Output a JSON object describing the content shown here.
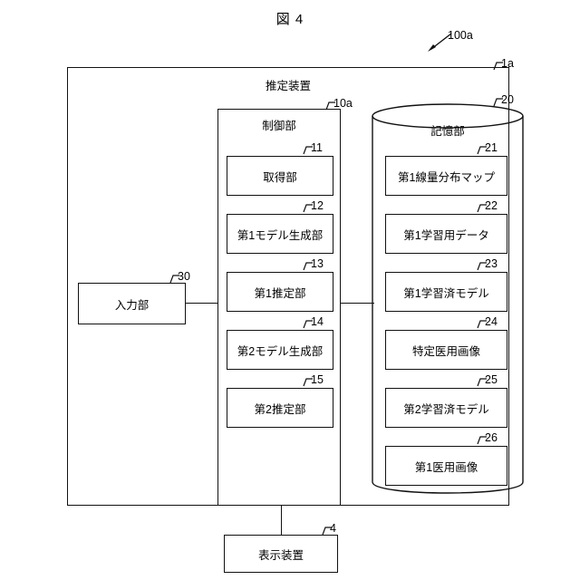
{
  "figure": {
    "title": "図 4",
    "system_ref": "100a",
    "system_ref_icon": "arrow-pointer"
  },
  "outer": {
    "name": "推定装置",
    "ref": "1a"
  },
  "input_unit": {
    "label": "入力部",
    "ref": "30"
  },
  "display_device": {
    "label": "表示装置",
    "ref": "4"
  },
  "control_unit": {
    "label": "制御部",
    "ref": "10a",
    "items": [
      {
        "label": "取得部",
        "ref": "11"
      },
      {
        "label": "第1モデル生成部",
        "ref": "12"
      },
      {
        "label": "第1推定部",
        "ref": "13"
      },
      {
        "label": "第2モデル生成部",
        "ref": "14"
      },
      {
        "label": "第2推定部",
        "ref": "15"
      }
    ]
  },
  "storage_unit": {
    "label": "記憶部",
    "ref": "20",
    "shape": "cylinder",
    "items": [
      {
        "label": "第1線量分布マップ",
        "ref": "21"
      },
      {
        "label": "第1学習用データ",
        "ref": "22"
      },
      {
        "label": "第1学習済モデル",
        "ref": "23"
      },
      {
        "label": "特定医用画像",
        "ref": "24"
      },
      {
        "label": "第2学習済モデル",
        "ref": "25"
      },
      {
        "label": "第1医用画像",
        "ref": "26"
      }
    ]
  },
  "colors": {
    "line": "#111111",
    "background": "#ffffff"
  }
}
